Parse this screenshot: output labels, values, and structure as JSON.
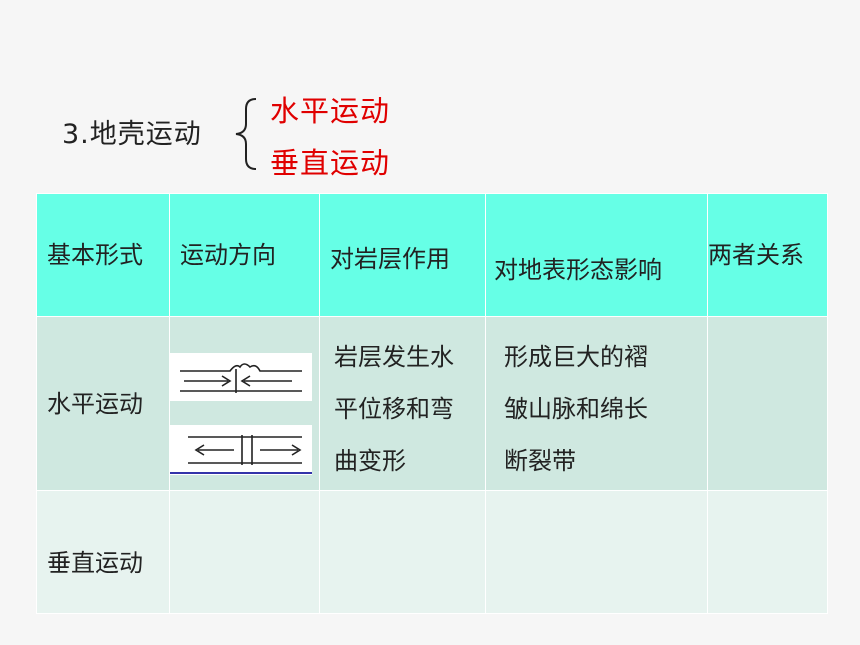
{
  "title": {
    "main": "3.地壳运动",
    "branches": [
      "水平运动",
      "垂直运动"
    ]
  },
  "table": {
    "headers": [
      "基本形式",
      "运动方向",
      "对岩层作用",
      "对地表形态影响",
      "两者关系"
    ],
    "rows": [
      {
        "form": "水平运动",
        "effect_lines": [
          "岩层发生水",
          "平位移和弯",
          "曲变形"
        ],
        "landform_lines": [
          "形成巨大的褶",
          "皱山脉和绵长",
          "断裂带"
        ],
        "relation": ""
      },
      {
        "form": "垂直运动",
        "effect_lines": [],
        "landform_lines": [],
        "relation": ""
      }
    ]
  },
  "colors": {
    "header_bg": "#66ffe6",
    "row1_bg": "#cfe8e0",
    "row2_bg": "#e7f3ef",
    "accent_red": "#e00000"
  },
  "icons": [
    "compression-arrows-diagram",
    "tension-arrows-diagram",
    "curly-brace"
  ]
}
